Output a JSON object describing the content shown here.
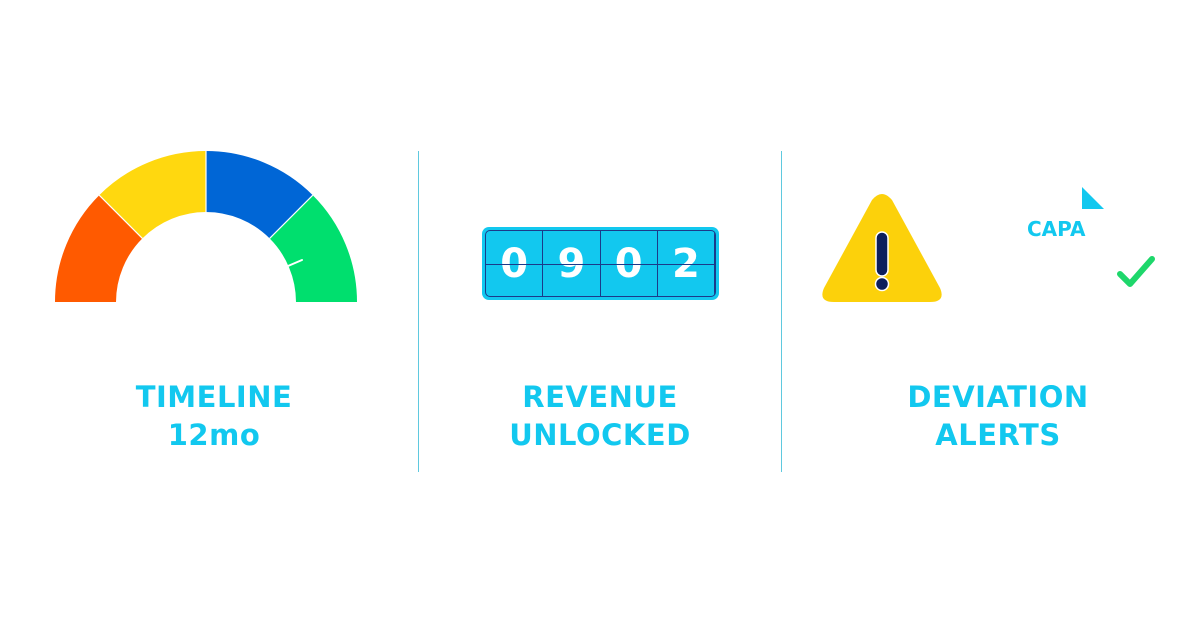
{
  "gauge": {
    "segments": [
      {
        "name": "orange",
        "color": "#ff5a00"
      },
      {
        "name": "yellow",
        "color": "#ffd80f"
      },
      {
        "name": "blue",
        "color": "#0066d6"
      },
      {
        "name": "green",
        "color": "#00df6e"
      }
    ]
  },
  "counter": {
    "digits": [
      "0",
      "9",
      "0",
      "2"
    ],
    "color": "#12c8ef"
  },
  "alerts": {
    "capa_label": "CAPA",
    "warning_color": "#fcd10b",
    "check_color": "#1ed76b"
  },
  "sections": [
    {
      "line1": "TIMELINE",
      "line2": "12mo"
    },
    {
      "line1": "REVENUE",
      "line2": "UNLOCKED"
    },
    {
      "line1": "DEVIATION",
      "line2": "ALERTS"
    }
  ],
  "accent": "#12c8ef"
}
